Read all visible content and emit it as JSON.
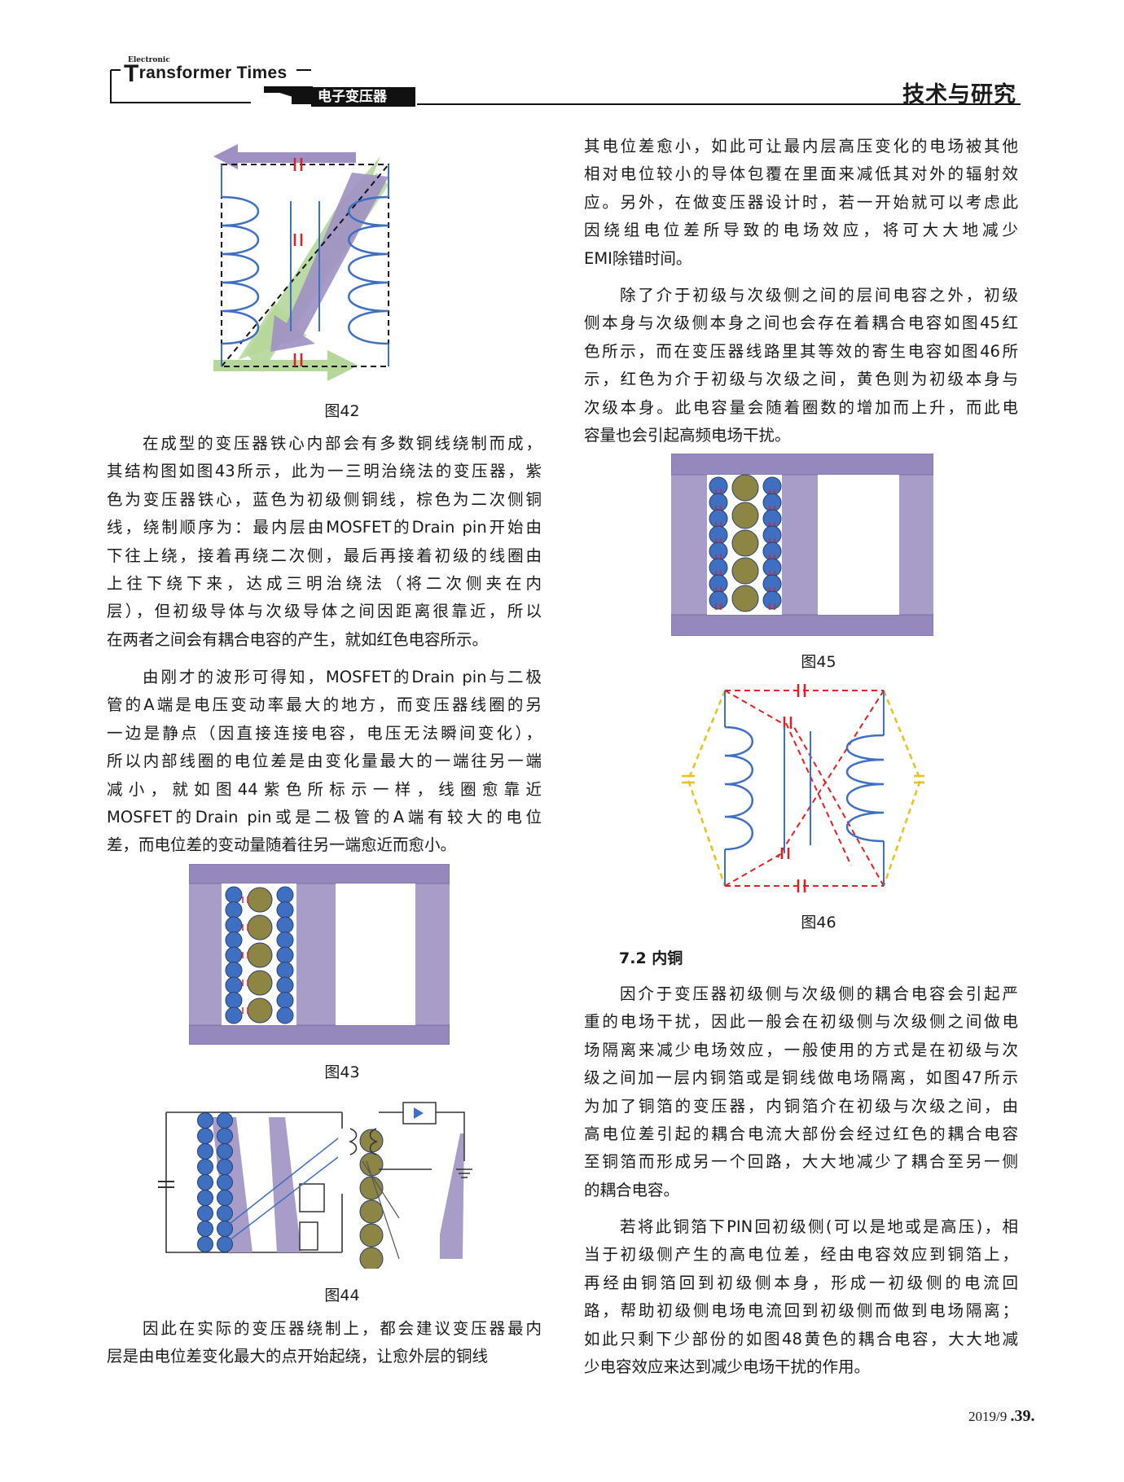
{
  "header": {
    "brand_small": "Electronic",
    "brand_T": "T",
    "brand_rest": "ransformer Times",
    "magazine_name": "电子变压器",
    "section": "技术与研究"
  },
  "left_column": {
    "paragraphs": [
      {
        "lines": [
          "在成型的变压器铁心内部会有多数铜线绕制而成，",
          "其结构图如图43所示，此为一三明治绕法的变压器，紫",
          "色为变压器铁心，蓝色为初级侧铜线，棕色为二次侧铜",
          "线，绕制顺序为：最内层由MOSFET的Drain pin开始由",
          "下往上绕，接着再绕二次侧，最后再接着初级的线圈由",
          "上往下绕下来，达成三明治绕法（将二次侧夹在内",
          "层），但初级导体与次级导体之间因距离很靠近，所以",
          "在两者之间会有耦合电容的产生，就如红色电容所示。"
        ]
      },
      {
        "lines": [
          "由刚才的波形可得知，MOSFET的Drain pin与二极",
          "管的A端是电压变动率最大的地方，而变压器线圈的另",
          "一边是静点（因直接连接电容，电压无法瞬间变化），",
          "所以内部线圈的电位差是由变化量最大的一端往另一端",
          "减小，就如图44紫色所标示一样，线圈愈靠近",
          "MOSFET的Drain pin或是二极管的A端有较大的电位",
          "差，而电位差的变动量随着往另一端愈近而愈小。"
        ]
      },
      {
        "lines": [
          "因此在实际的变压器绕制上，都会建议变压器最内",
          "层是由电位差变化最大的点开始起绕，让愈外层的铜线"
        ]
      }
    ]
  },
  "right_column": {
    "paragraphs": [
      {
        "lines": [
          "其电位差愈小，如此可让最内层高压变化的电场被其他",
          "相对电位较小的导体包覆在里面来减低其对外的辐射效",
          "应。另外，在做变压器设计时，若一开始就可以考虑此",
          "因绕组电位差所导致的电场效应，将可大大地减少",
          "EMI除错时间。"
        ]
      },
      {
        "lines": [
          "除了介于初级与次级侧之间的层间电容之外，初级",
          "侧本身与次级侧本身之间也会存在着耦合电容如图45红",
          "色所示，而在变压器线路里其等效的寄生电容如图46所",
          "示，红色为介于初级与次级之间，黄色则为初级本身与",
          "次级本身。此电容量会随着圈数的增加而上升，而此电",
          "容量也会引起高频电场干扰。"
        ]
      },
      {
        "lines": [
          "因介于变压器初级侧与次级侧的耦合电容会引起严",
          "重的电场干扰，因此一般会在初级侧与次级侧之间做电",
          "场隔离来减少电场效应，一般使用的方式是在初级与次",
          "级之间加一层内铜箔或是铜线做电场隔离，如图47所示",
          "为加了铜箔的变压器，内铜箔介在初级与次级之间，由",
          "高电位差引起的耦合电流大部份会经过红色的耦合电容",
          "至铜箔而形成另一个回路，大大地减少了耦合至另一侧",
          "的耦合电容。"
        ]
      },
      {
        "lines": [
          "若将此铜箔下PIN回初级侧(可以是地或是高压)，相",
          "当于初级侧产生的高电位差，经由电容效应到铜箔上，",
          "再经由铜箔回到初级侧本身，形成一初级侧的电流回",
          "路，帮助初级侧电场电流回到初级侧而做到电场隔离；",
          "如此只剩下少部份的如图48黄色的耦合电容，大大地减",
          "少电容效应来达到减少电场干扰的作用。"
        ]
      }
    ],
    "section_heading": "7.2 内铜"
  },
  "figures": {
    "fig42": "图42",
    "fig43": "图43",
    "fig44": "图44",
    "fig45": "图45",
    "fig46": "图46"
  },
  "footer": {
    "date": "2019/9",
    "page": ".39."
  },
  "colors": {
    "core": "#a89cc8",
    "core_dark": "#8a7fb3",
    "primary": "#3f6fc0",
    "secondary": "#8c8544",
    "cap_red": "#e02020",
    "cap_yellow": "#e8c020",
    "arrow_green": "#b5d79a"
  }
}
